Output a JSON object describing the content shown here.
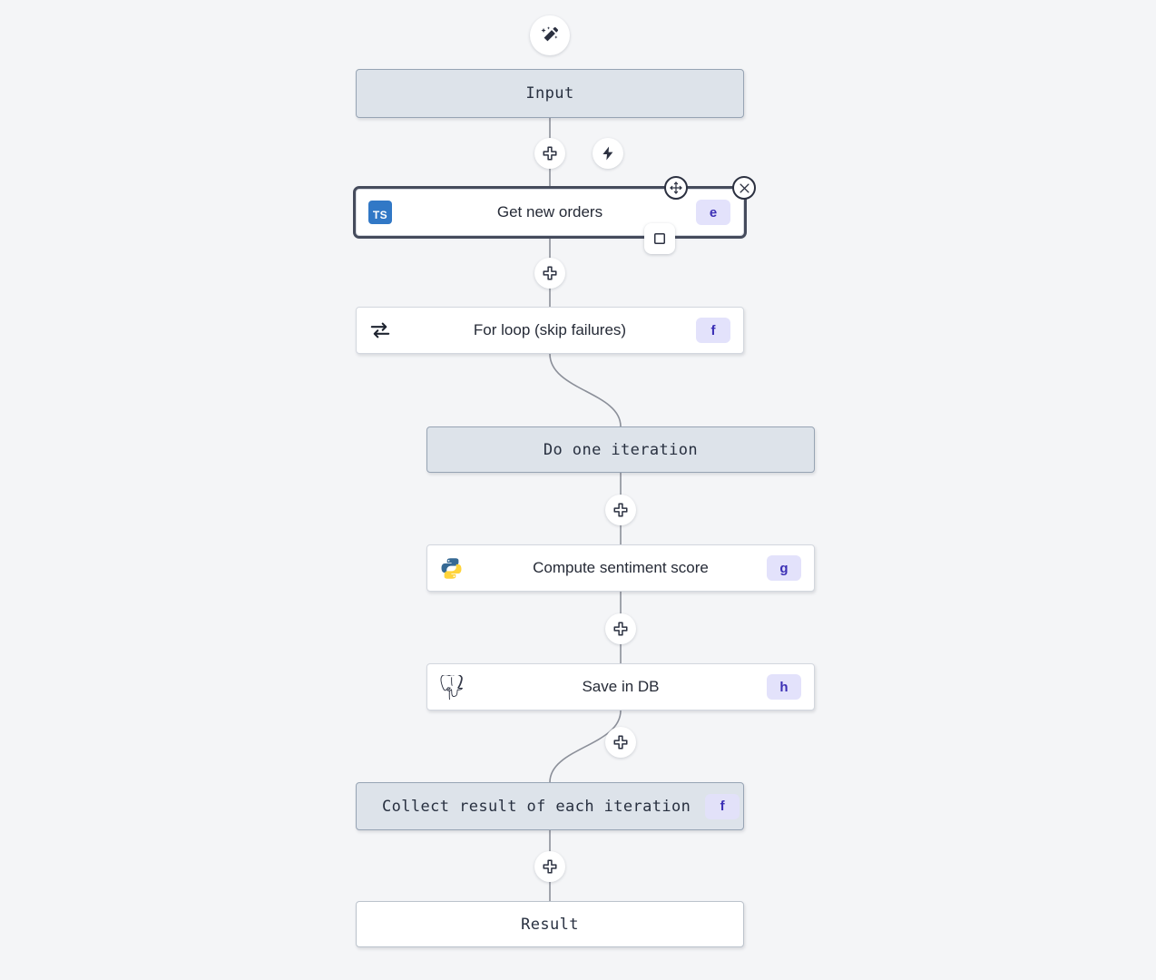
{
  "canvas": {
    "background": "#f4f5f7",
    "frame_fill": "#dde3ea",
    "frame_border": "#97a4b4",
    "badge_bg": "#e3e2fb",
    "badge_fg": "#3b2fb5",
    "edge_color": "#8b8f99",
    "selection_color": "#454b5c",
    "ts_blue": "#3178c6",
    "python_blue": "#366994",
    "python_yellow": "#ffd43b"
  },
  "top_action": {
    "icon": "magic-wand-icon"
  },
  "nodes": {
    "input": {
      "label": "Input",
      "kind": "frame-start"
    },
    "get_new_orders": {
      "label": "Get new orders",
      "badge": "e",
      "icon": "typescript-icon",
      "icon_text": "TS",
      "selected": true
    },
    "for_loop": {
      "label": "For loop (skip failures)",
      "badge": "f",
      "icon": "loop-arrows-icon"
    },
    "do_one_iteration": {
      "label": "Do one iteration",
      "kind": "frame-start"
    },
    "compute_sentiment": {
      "label": "Compute sentiment score",
      "badge": "g",
      "icon": "python-icon"
    },
    "save_in_db": {
      "label": "Save in DB",
      "badge": "h",
      "icon": "postgresql-icon"
    },
    "collect_result": {
      "label": "Collect result of each iteration",
      "badge": "f",
      "kind": "frame-end"
    },
    "result": {
      "label": "Result",
      "kind": "plain-end"
    }
  },
  "edge_buttons": {
    "add": "add-step-icon",
    "trigger": "lightning-bolt-icon"
  },
  "selection_handles": {
    "move": "move-handle-icon",
    "close": "close-icon",
    "resize": "square-handle-icon"
  }
}
